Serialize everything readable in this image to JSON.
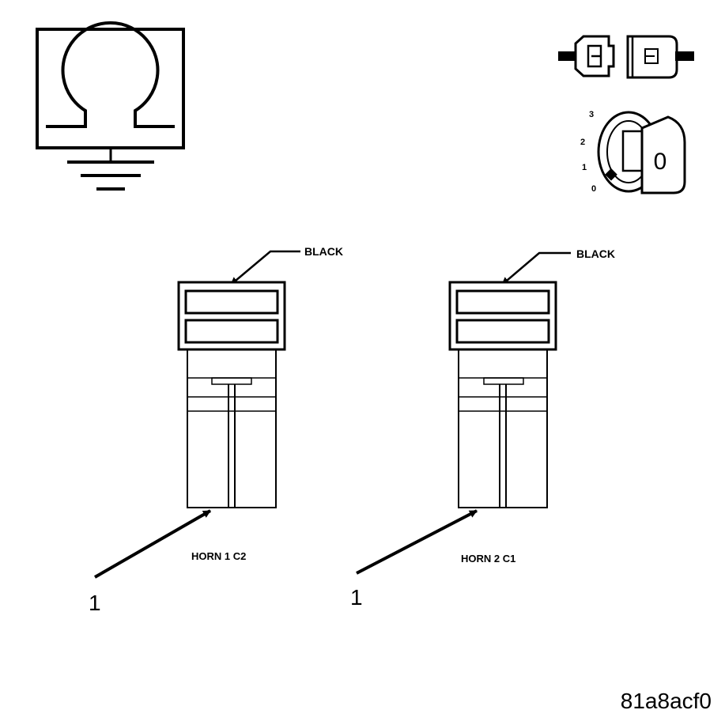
{
  "key_positions": {
    "p3": "3",
    "p2": "2",
    "p1": "1",
    "p0": "0",
    "key_label": "0"
  },
  "connectors": [
    {
      "color_label": "BLACK",
      "name": "HORN 1 C2",
      "callout": "1"
    },
    {
      "color_label": "BLACK",
      "name": "HORN 2 C1",
      "callout": "1"
    }
  ],
  "figure_id": "81a8acf0",
  "icons": {
    "ohmmeter": "ohmmeter-ground-icon",
    "disconnect": "connector-disconnect-icon",
    "ignition": "ignition-key-icon"
  }
}
